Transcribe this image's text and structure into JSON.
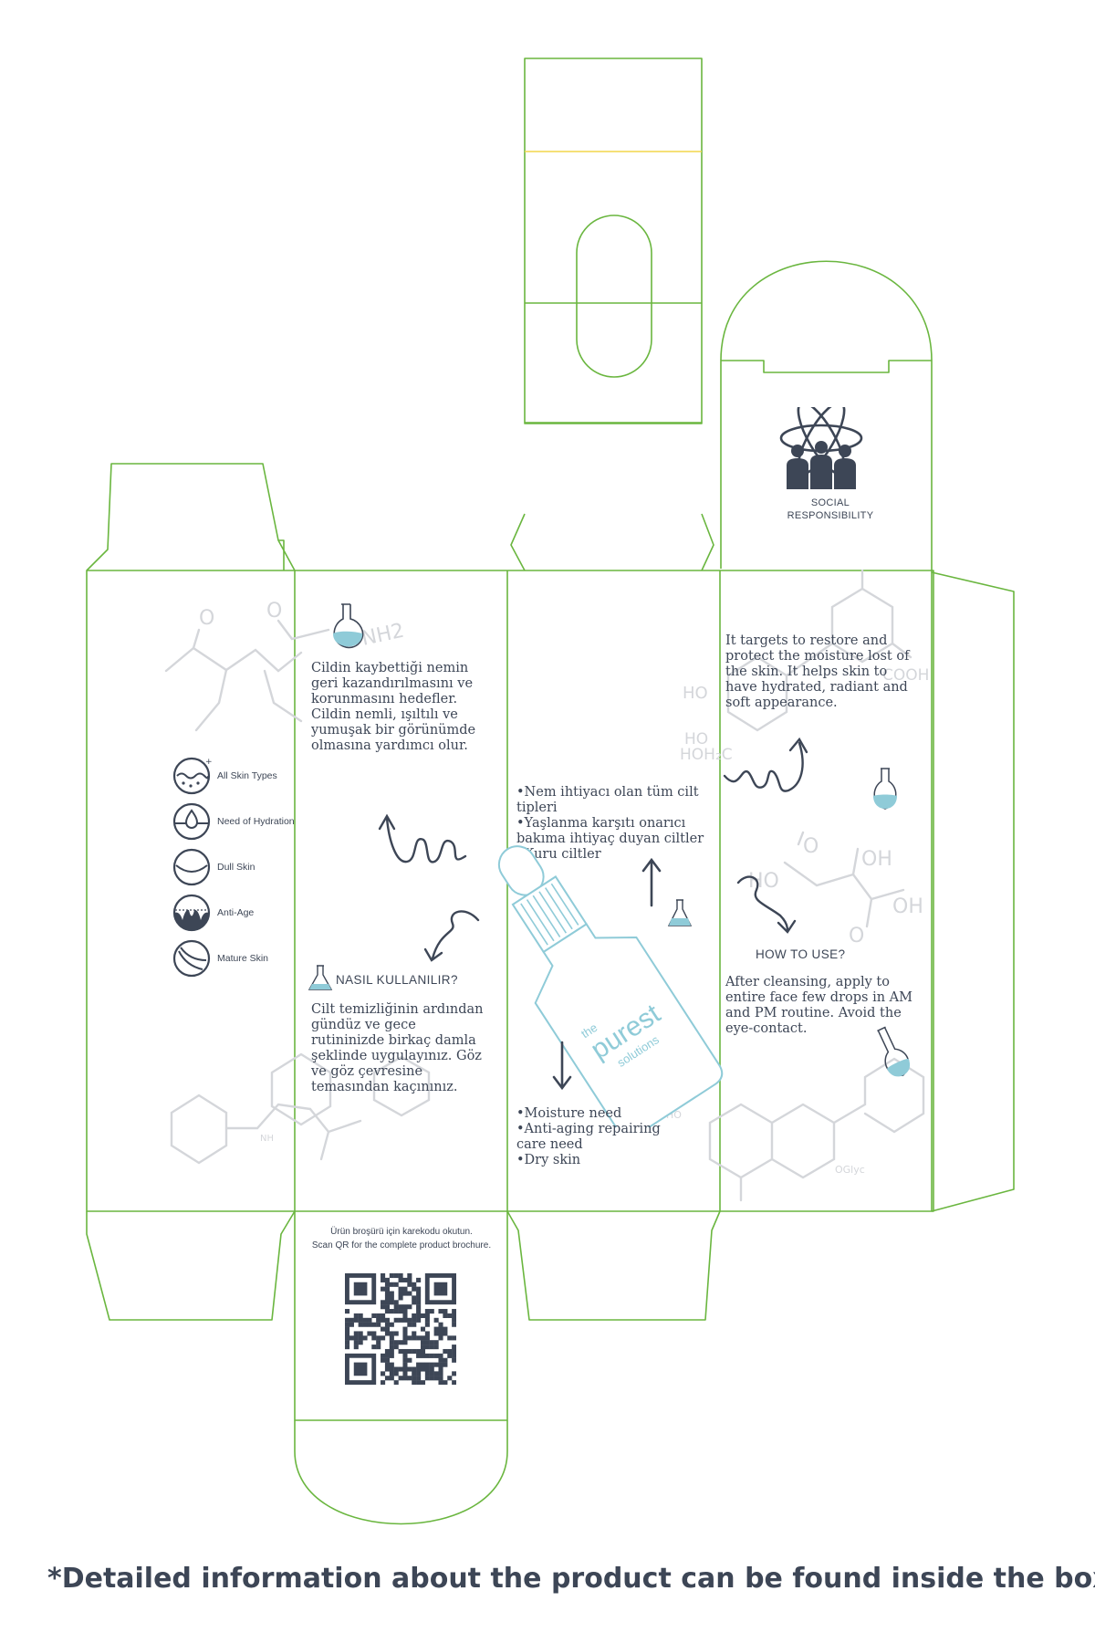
{
  "colors": {
    "dieline": "#6ab63f",
    "fold_yellow": "#f2d64a",
    "ink": "#3d4656",
    "molecule": "#d4d6da",
    "bottle_blue": "#8fcbd8",
    "flask_fill": "#8fcbd8"
  },
  "skin_types": {
    "items": [
      {
        "label": "All Skin Types",
        "icon": "all-skin-types-icon"
      },
      {
        "label": "Need of Hydration",
        "icon": "hydration-drop-icon"
      },
      {
        "label": "Dull Skin",
        "icon": "dull-skin-icon"
      },
      {
        "label": "Anti-Age",
        "icon": "anti-age-icon"
      },
      {
        "label": "Mature Skin",
        "icon": "mature-skin-icon"
      }
    ]
  },
  "tr_panel": {
    "intro": "Cildin kaybettiği nemin geri kazandırılmasını ve korunmasını hedefler. Cildin nemli, ışıltılı ve yumuşak bir görünümde olmasına yardımcı olur.",
    "how_to_heading": "NASIL KULLANILIR?",
    "how_to_text": "Cilt temizliğinin ardından gündüz ve gece rutininizde birkaç damla şeklinde uygulayınız. Göz ve göz çevresine temasından kaçınınız."
  },
  "center_panel": {
    "tr_bullets": [
      "•Nem ihtiyacı olan tüm cilt",
      "tipleri",
      "•Yaşlanma karşıtı onarıcı",
      "bakıma ihtiyaç duyan ciltler",
      "•Kuru ciltler"
    ],
    "en_bullets": [
      "•Moisture need",
      "•Anti-aging repairing",
      "care need",
      "•Dry skin"
    ],
    "brand": {
      "line1": "the",
      "line2": "purest",
      "line3": "solutions"
    }
  },
  "en_panel": {
    "intro": "It targets to restore and protect the moisture lost of the skin. It helps skin to have hydrated, radiant and soft appearance.",
    "how_to_heading": "HOW TO USE?",
    "how_to_text": "After cleansing, apply to entire face few drops in AM and PM routine. Avoid the eye-contact."
  },
  "social": {
    "line1": "SOCIAL",
    "line2": "RESPONSIBILITY",
    "icon": "atom-family-icon"
  },
  "qr_flap": {
    "tr": "Ürün broşürü için karekodu okutun.",
    "en": "Scan QR for the complete product brochure.",
    "icon": "qr-code-icon"
  },
  "footer": {
    "note": "*Detailed information about the product can be found inside the box!"
  }
}
